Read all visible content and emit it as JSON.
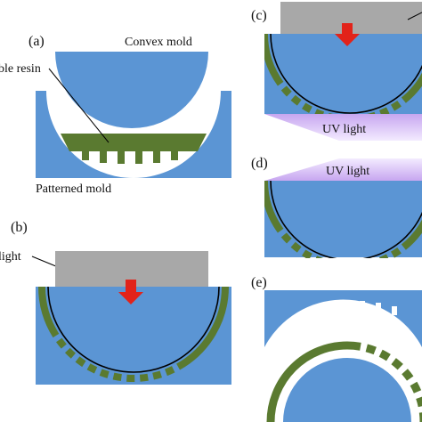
{
  "panels": {
    "a": {
      "label": "(a)",
      "convex_mold": "Convex mold",
      "resin": "ble resin",
      "patterned_mold": "Patterned mold"
    },
    "b": {
      "label": "(b)",
      "light": "light"
    },
    "c": {
      "label": "(c)",
      "uv_light": "UV light"
    },
    "d": {
      "label": "(d)",
      "uv_light": "UV light"
    },
    "e": {
      "label": "(e)"
    }
  },
  "colors": {
    "mold_blue": "#5b95d4",
    "resin_green": "#5a7a30",
    "light_gray": "#a8a8a8",
    "uv_purple": "#c7a6f0",
    "arrow_red": "#e2231a",
    "line_black": "#000000"
  }
}
